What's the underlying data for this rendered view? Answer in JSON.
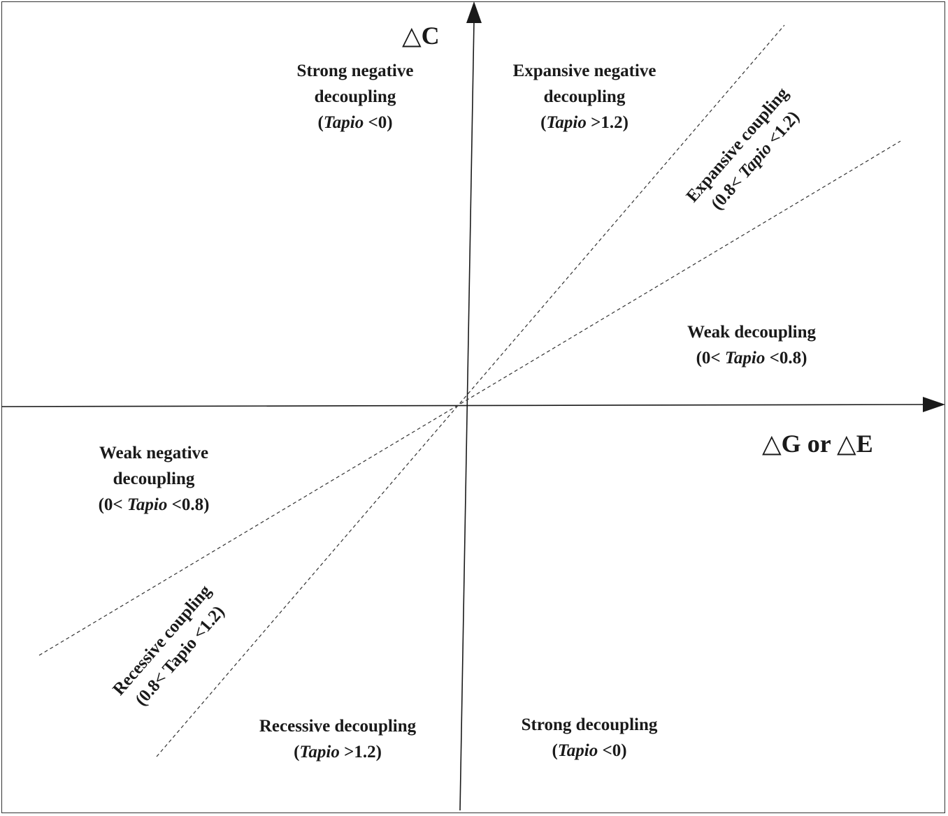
{
  "axes": {
    "y_label": "△C",
    "x_label": "△G or △E"
  },
  "regions": {
    "strong_negative_decoupling": {
      "line1": "Strong negative",
      "line2": "decoupling",
      "open": "(",
      "tapio": "Tapio",
      "cond": " <0)"
    },
    "expansive_negative_decoupling": {
      "line1": "Expansive negative",
      "line2": "decoupling",
      "open": "(",
      "tapio": "Tapio",
      "cond": " >1.2)"
    },
    "expansive_coupling": {
      "line1": "Expansive coupling",
      "pre": "(0.8< ",
      "tapio": "Tapio",
      "cond": " <1.2)"
    },
    "weak_decoupling": {
      "line1": "Weak decoupling",
      "pre": "(0< ",
      "tapio": "Tapio",
      "cond": " <0.8)"
    },
    "weak_negative_decoupling": {
      "line1": "Weak negative",
      "line2": "decoupling",
      "pre": "(0< ",
      "tapio": "Tapio",
      "cond": " <0.8)"
    },
    "recessive_coupling": {
      "line1": "Recessive coupling",
      "line2": "(0.8< Tapio <1.2)"
    },
    "recessive_decoupling": {
      "line1": "Recessive decoupling",
      "open": "(",
      "tapio": "Tapio",
      "cond": " >1.2)"
    },
    "strong_decoupling": {
      "line1": "Strong decoupling",
      "open": "(",
      "tapio": "Tapio",
      "cond": " <0)"
    }
  },
  "colors": {
    "axis": "#1a1a1a",
    "dashed": "#333333",
    "text": "#1a1a1a"
  }
}
